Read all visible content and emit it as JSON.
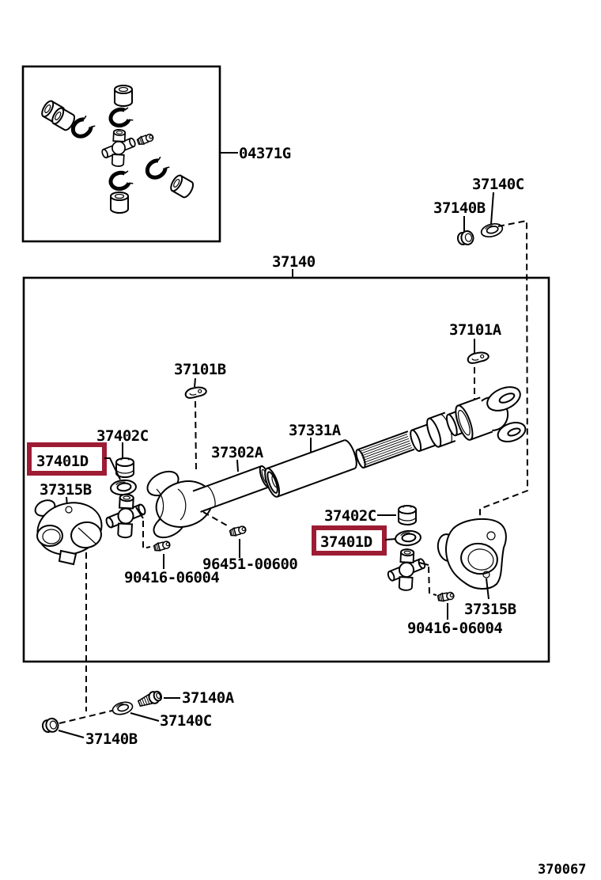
{
  "colors": {
    "line": "#000000",
    "highlight": "#9d1c34",
    "background": "#ffffff"
  },
  "figure_code": "370067",
  "highlighted_parts": [
    "37401D"
  ],
  "labels": {
    "kit": "04371G",
    "assembly": "37140",
    "washer_top": "37140C",
    "nut_top": "37140B",
    "clip_rear": "37101A",
    "clip_front": "37101B",
    "bushing_front": "37402C",
    "washer_front": "37401D",
    "flange_front": "37315B",
    "yoke_tube": "37302A",
    "dust_cover": "37331A",
    "plug_center": "96451-00600",
    "fitting_front": "90416-06004",
    "bushing_rear": "37402C",
    "washer_rear": "37401D",
    "flange_rear": "37315B",
    "fitting_rear": "90416-06004",
    "bolt_bottom": "37140A",
    "washer_bottom": "37140C",
    "nut_bottom": "37140B"
  }
}
